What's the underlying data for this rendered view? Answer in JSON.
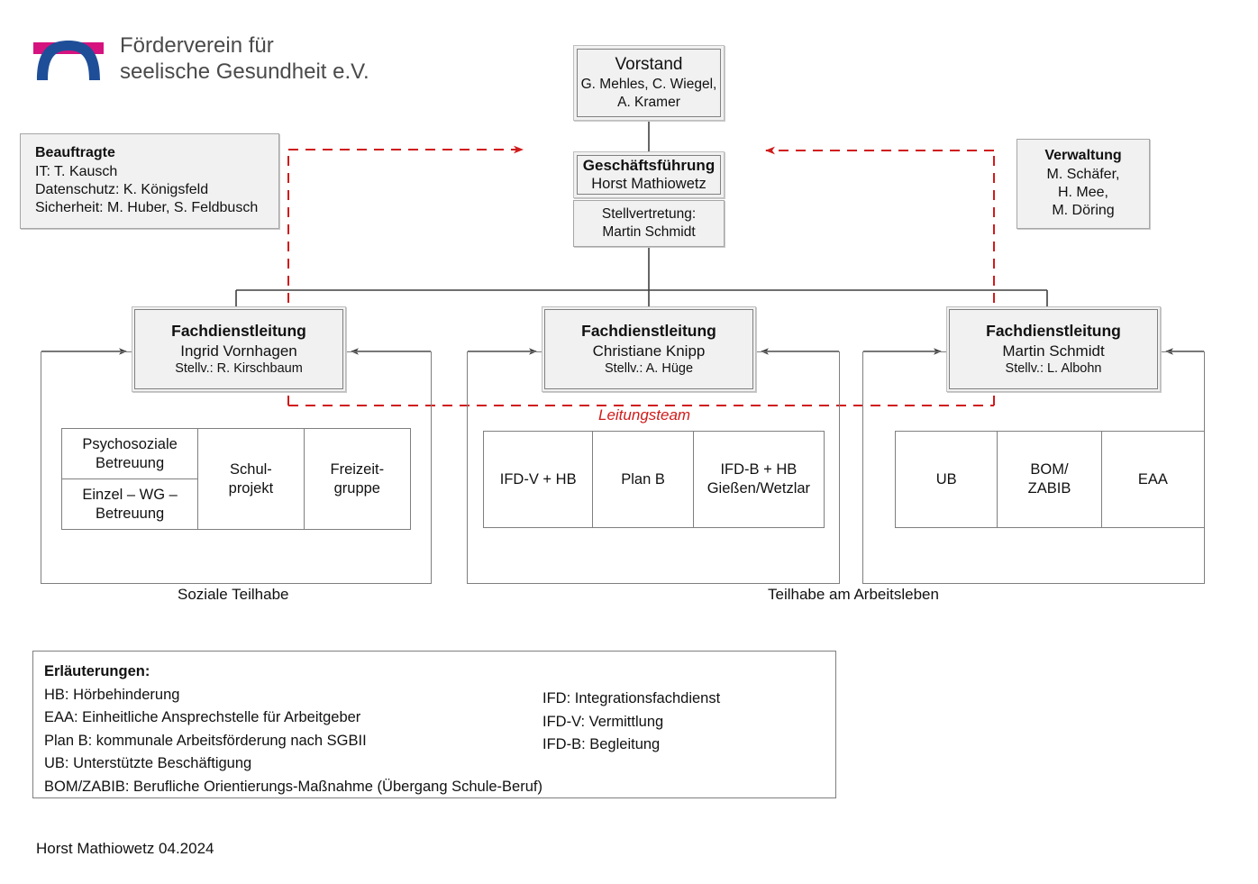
{
  "brand": {
    "name_line1": "Förderverein für",
    "name_line2": "seelische Gesundheit e.V.",
    "logo_icon": "arch-bridge-logo-icon",
    "colors": {
      "arch_blue": "#1f4e99",
      "band_magenta": "#d6127f",
      "text_gray": "#4a4a4a"
    }
  },
  "chart_data": {
    "type": "diagram",
    "title": "Organigramm Förderverein für seelische Gesundheit e.V.",
    "accent_red": "#d01b1b"
  },
  "org": {
    "vorstand": {
      "title": "Vorstand",
      "members_line1": "G. Mehles, C. Wiegel,",
      "members_line2": "A. Kramer"
    },
    "geschaeftsfuehrung": {
      "title": "Geschäftsführung",
      "name": "Horst Mathiowetz",
      "deputy_label": "Stellvertretung:",
      "deputy_name": "Martin Schmidt"
    },
    "beauftragte": {
      "title": "Beauftragte",
      "rows": [
        "IT: T. Kausch",
        "Datenschutz: K. Königsfeld",
        "Sicherheit: M. Huber, S. Feldbusch"
      ]
    },
    "verwaltung": {
      "title": "Verwaltung",
      "rows": [
        "M. Schäfer,",
        "H. Mee,",
        "M. Döring"
      ]
    },
    "leitungsteam_label": "Leitungsteam",
    "fachdienste": [
      {
        "title": "Fachdienstleitung",
        "name": "Ingrid Vornhagen",
        "deputy": "Stellv.: R. Kirschbaum",
        "caption": "Soziale Teilhabe",
        "units": [
          {
            "top": "Psychosoziale Betreuung",
            "bottom": "Einzel – WG – Betreuung"
          },
          {
            "single": "Schul-\nprojekt"
          },
          {
            "single": "Freizeit-\ngruppe"
          }
        ]
      },
      {
        "title": "Fachdienstleitung",
        "name": "Christiane Knipp",
        "deputy": "Stellv.: A. Hüge",
        "caption": "Teilhabe am Arbeitsleben",
        "units": [
          {
            "single": "IFD-V + HB"
          },
          {
            "single": "Plan B"
          },
          {
            "single": "IFD-B + HB\nGießen/Wetzlar"
          }
        ]
      },
      {
        "title": "Fachdienstleitung",
        "name": "Martin Schmidt",
        "deputy": "Stellv.: L. Albohn",
        "units": [
          {
            "single": "UB"
          },
          {
            "single": "BOM/\nZABIB"
          },
          {
            "single": "EAA"
          }
        ]
      }
    ]
  },
  "cells": {
    "t1c1_top": "Psychosoziale\nBetreuung",
    "t1c1_bottom": "Einzel – WG –\nBetreuung",
    "t1c2": "Schul-\nprojekt",
    "t1c3": "Freizeit-\ngruppe",
    "t2c1": "IFD-V + HB",
    "t2c2": "Plan B",
    "t2c3": "IFD-B + HB\nGießen/Wetzlar",
    "t3c1": "UB",
    "t3c2": "BOM/\nZABIB",
    "t3c3": "EAA"
  },
  "captions": {
    "soziale_teilhabe": "Soziale Teilhabe",
    "teilhabe_arbeitsleben": "Teilhabe am Arbeitsleben"
  },
  "legend": {
    "title": "Erläuterungen:",
    "left": [
      "HB: Hörbehinderung",
      "EAA: Einheitliche Ansprechstelle für Arbeitgeber",
      "Plan B: kommunale Arbeitsförderung nach SGBII",
      "UB: Unterstützte Beschäftigung",
      "BOM/ZABIB: Berufliche Orientierungs-Maßnahme (Übergang Schule-Beruf)"
    ],
    "right": [
      "IFD: Integrationsfachdienst",
      "IFD-V: Vermittlung",
      "IFD-B: Begleitung"
    ]
  },
  "footer": "Horst Mathiowetz 04.2024"
}
